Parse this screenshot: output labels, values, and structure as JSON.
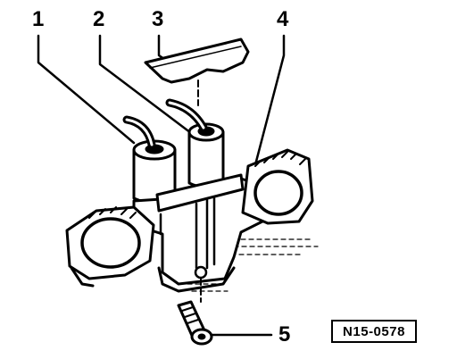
{
  "callouts": {
    "c1": "1",
    "c2": "2",
    "c3": "3",
    "c4": "4",
    "c5": "5"
  },
  "reference_code": "N15-0578",
  "colors": {
    "ink": "#000000",
    "paper": "#ffffff"
  }
}
